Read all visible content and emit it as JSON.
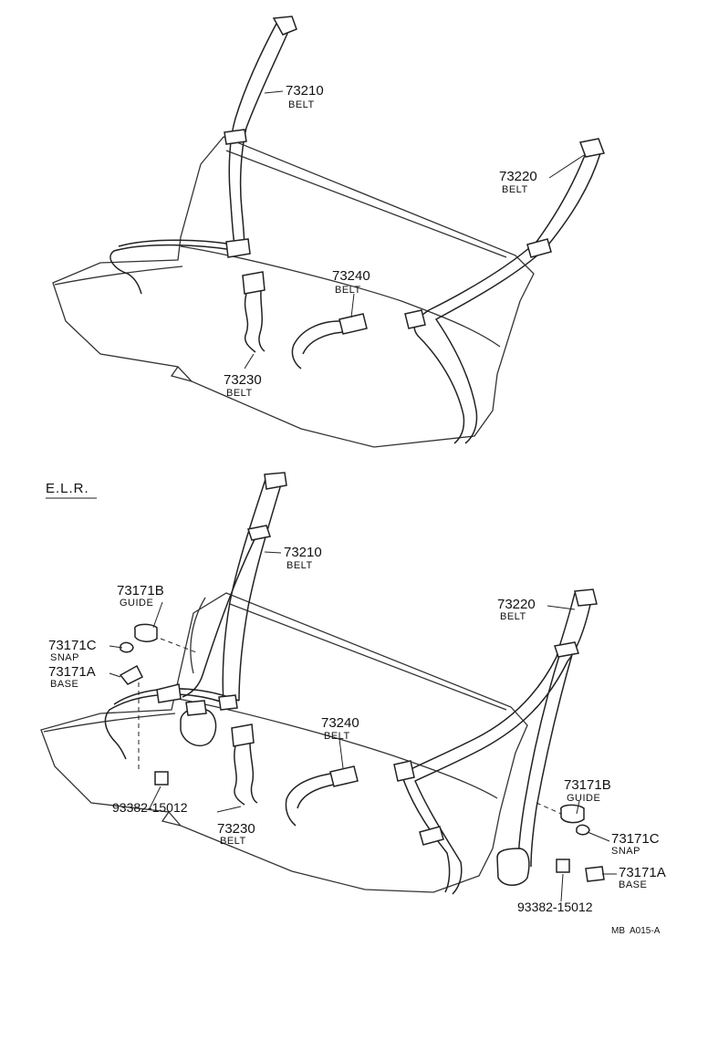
{
  "top": {
    "c73210": {
      "num": "73210",
      "name": "BELT"
    },
    "c73220": {
      "num": "73220",
      "name": "BELT"
    },
    "c73240": {
      "num": "73240",
      "name": "BELT"
    },
    "c73230": {
      "num": "73230",
      "name": "BELT"
    }
  },
  "section_heading": "E.L.R.",
  "elr": {
    "c73210": {
      "num": "73210",
      "name": "BELT"
    },
    "c73220": {
      "num": "73220",
      "name": "BELT"
    },
    "c73171b_l": {
      "num": "73171B",
      "name": "GUIDE"
    },
    "c73171c_l": {
      "num": "73171C",
      "name": "SNAP"
    },
    "c73171a_l": {
      "num": "73171A",
      "name": "BASE"
    },
    "c93382_l": {
      "num": "93382-15012"
    },
    "c73240": {
      "num": "73240",
      "name": "BELT"
    },
    "c73230": {
      "num": "73230",
      "name": "BELT"
    },
    "c73171b_r": {
      "num": "73171B",
      "name": "GUIDE"
    },
    "c73171c_r": {
      "num": "73171C",
      "name": "SNAP"
    },
    "c73171a_r": {
      "num": "73171A",
      "name": "BASE"
    },
    "c93382_r": {
      "num": "93382-15012"
    }
  },
  "figure_ref": "MB  A015-A"
}
